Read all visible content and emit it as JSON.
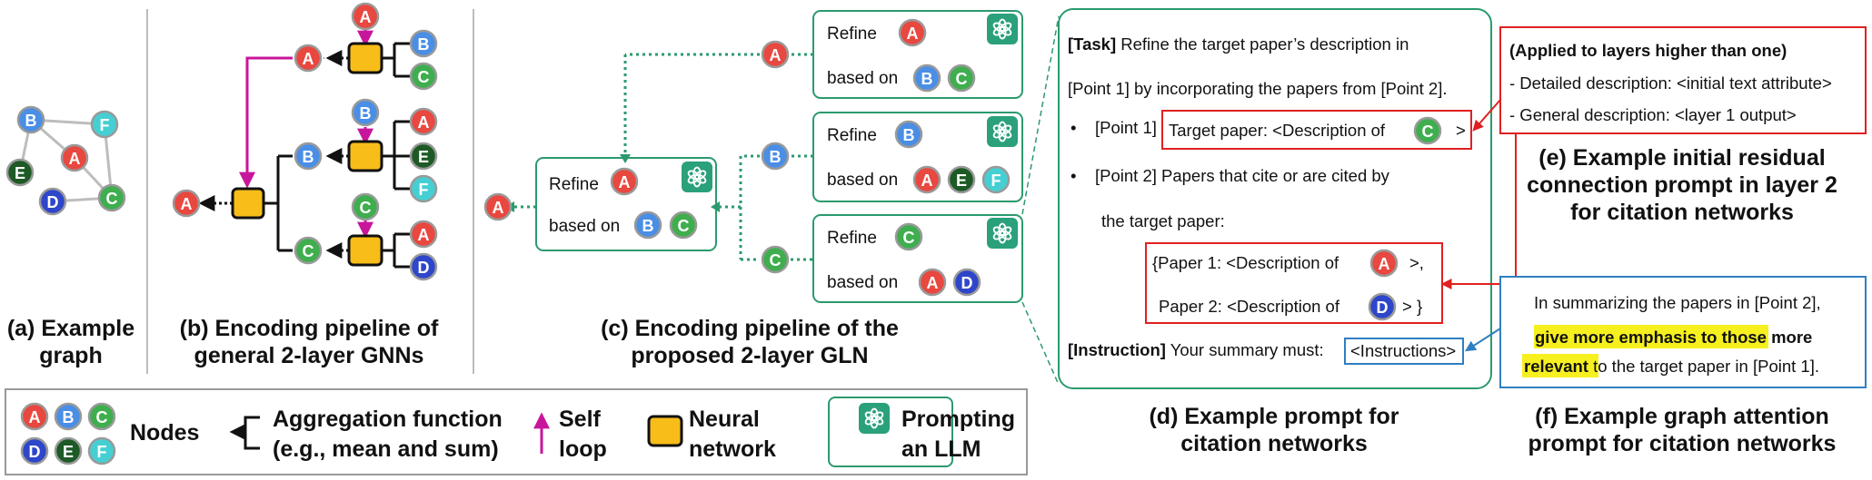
{
  "captions": {
    "a": [
      "(a) Example",
      "graph"
    ],
    "b": [
      "(b) Encoding pipeline of",
      "general 2-layer GNNs"
    ],
    "c": [
      "(c) Encoding pipeline of the",
      "proposed 2-layer GLN"
    ],
    "d": [
      "(d) Example prompt for",
      "citation networks"
    ],
    "e": [
      "(e) Example initial residual",
      "connection prompt in layer 2",
      "for citation networks"
    ],
    "f": [
      "(f) Example graph attention",
      "prompt for citation networks"
    ]
  },
  "nodes": {
    "A": {
      "label": "A",
      "color": "#e8483f"
    },
    "B": {
      "label": "B",
      "color": "#4a8ee6"
    },
    "C": {
      "label": "C",
      "color": "#3fae4e"
    },
    "D": {
      "label": "D",
      "color": "#2e46c9"
    },
    "E": {
      "label": "E",
      "color": "#1d5a25"
    },
    "F": {
      "label": "F",
      "color": "#45cfd3"
    }
  },
  "gln": {
    "refine": "Refine",
    "based_on": "based on"
  },
  "prompt_d": {
    "task_tag": "[Task]",
    "task_line1": " Refine the target paper’s description in",
    "task_line2": "[Point 1] by incorporating the papers from [Point 2].",
    "bullet": "•",
    "point1_tag": "[Point 1]",
    "point1_text": "Target paper: <Description of",
    "point1_close": ">",
    "point2_line1": "[Point 2] Papers that cite or are cited by",
    "point2_line2": "the target paper:",
    "paper1": "{Paper 1: <Description of",
    "paper1_close": ">,",
    "paper2": "Paper 2: <Description of",
    "paper2_close": "> }",
    "instr_tag": "[Instruction]",
    "instr_text": " Your summary must:",
    "instr_box": "<Instructions>"
  },
  "prompt_e": {
    "title": "(Applied to layers higher than one)",
    "line1": "- Detailed description: <initial text attribute>",
    "line2": "- General description: <layer 1 output>"
  },
  "prompt_f": {
    "line1": "In summarizing the papers in [Point 2],",
    "highlight1": "give more emphasis to those more",
    "highlight2": "relevant",
    "rest": " to the target paper in [Point 1]."
  },
  "legend": {
    "nodes": "Nodes",
    "aggregation_1": "Aggregation function",
    "aggregation_2": "(e.g., mean and sum)",
    "self_1": "Self",
    "self_2": "loop",
    "neural_1": "Neural",
    "neural_2": "network",
    "prompt_1": "Prompting",
    "prompt_2": "an LLM"
  },
  "colors": {
    "green_box": "#2b9a6e",
    "red_box": "#e02020",
    "blue_box": "#2f7fc1",
    "nn_fill": "#f8bd19",
    "magenta": "#c8169c",
    "highlight": "#f7f01f",
    "gpt_tile": "#2aa07b"
  },
  "icons": {
    "llm": "chatgpt-logo-icon",
    "arrow_up": "self-loop-arrow-icon"
  }
}
